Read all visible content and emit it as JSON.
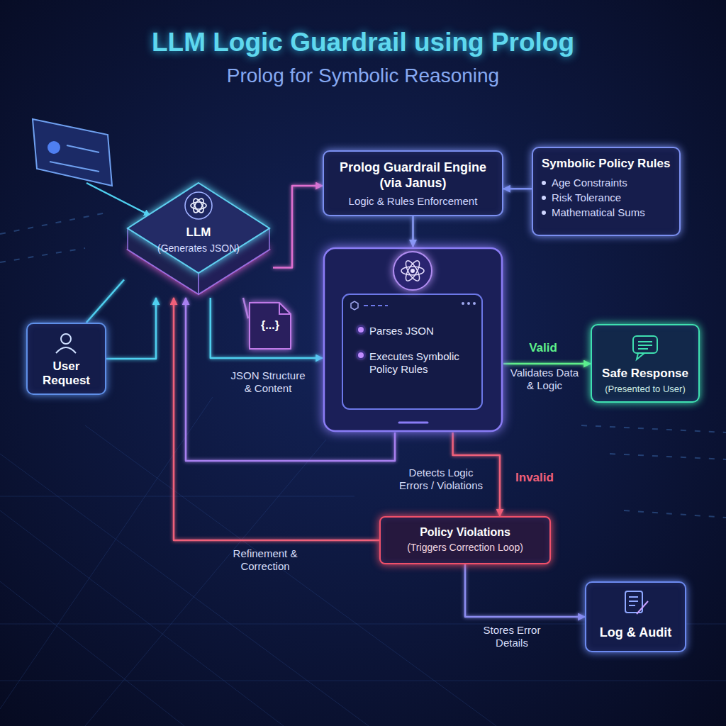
{
  "diagram": {
    "title": "LLM Logic Guardrail using Prolog",
    "nodes": [
      {
        "text": [
          "Prolog Guardrail Engine (via Janus)",
          "Logic & Rules Enforcement"
        ]
      },
      {
        "text": [
          "Symbolic Policy Rules",
          "Age Constraints",
          "Risk Tolerance",
          "Mathematical Sums"
        ]
      },
      {
        "text": [
          "LLM",
          "(Generates JSON)"
        ]
      },
      {
        "text": [
          "{...}"
        ]
      },
      {
        "text": [
          "User Request"
        ]
      },
      {
        "text": [
          "Parses JSON",
          "Executes Symbolic Policy Rules"
        ]
      },
      {
        "text": [
          "Safe Response",
          "(Presented to User)"
        ]
      },
      {
        "text": [
          "Policy Violations",
          "(Triggers Correction Loop)"
        ]
      },
      {
        "text": [
          "Log & Audit"
        ]
      }
    ],
    "edges": [
      {
        "from": 1,
        "to": 0,
        "arrow": "to"
      },
      {
        "from": 0,
        "to": 5,
        "arrow": "to"
      },
      {
        "from": 2,
        "to": 0,
        "arrow": "to"
      },
      {
        "from": 4,
        "to": 2,
        "arrow": "to"
      },
      {
        "from": 4,
        "to": 2,
        "arrow": "none"
      },
      {
        "from": 2,
        "to": 5,
        "label": "JSON Structure & Content",
        "arrow": "to"
      },
      {
        "from": 2,
        "to": 3,
        "arrow": "none"
      },
      {
        "from": 5,
        "to": 6,
        "label": "Valid",
        "arrow": "to"
      },
      {
        "from": 5,
        "to": 2,
        "arrow": "to"
      },
      {
        "from": 5,
        "to": 7,
        "label": "Invalid",
        "arrow": "to"
      },
      {
        "from": 7,
        "to": 2,
        "label": "Refinement & Correction",
        "arrow": "to"
      },
      {
        "from": 7,
        "to": 8,
        "label": "Stores Error Details",
        "arrow": "to"
      }
    ],
    "labels": [
      "Prolog for Symbolic Reasoning",
      "Validates Data & Logic",
      "Detects Logic Errors / Violations"
    ]
  }
}
